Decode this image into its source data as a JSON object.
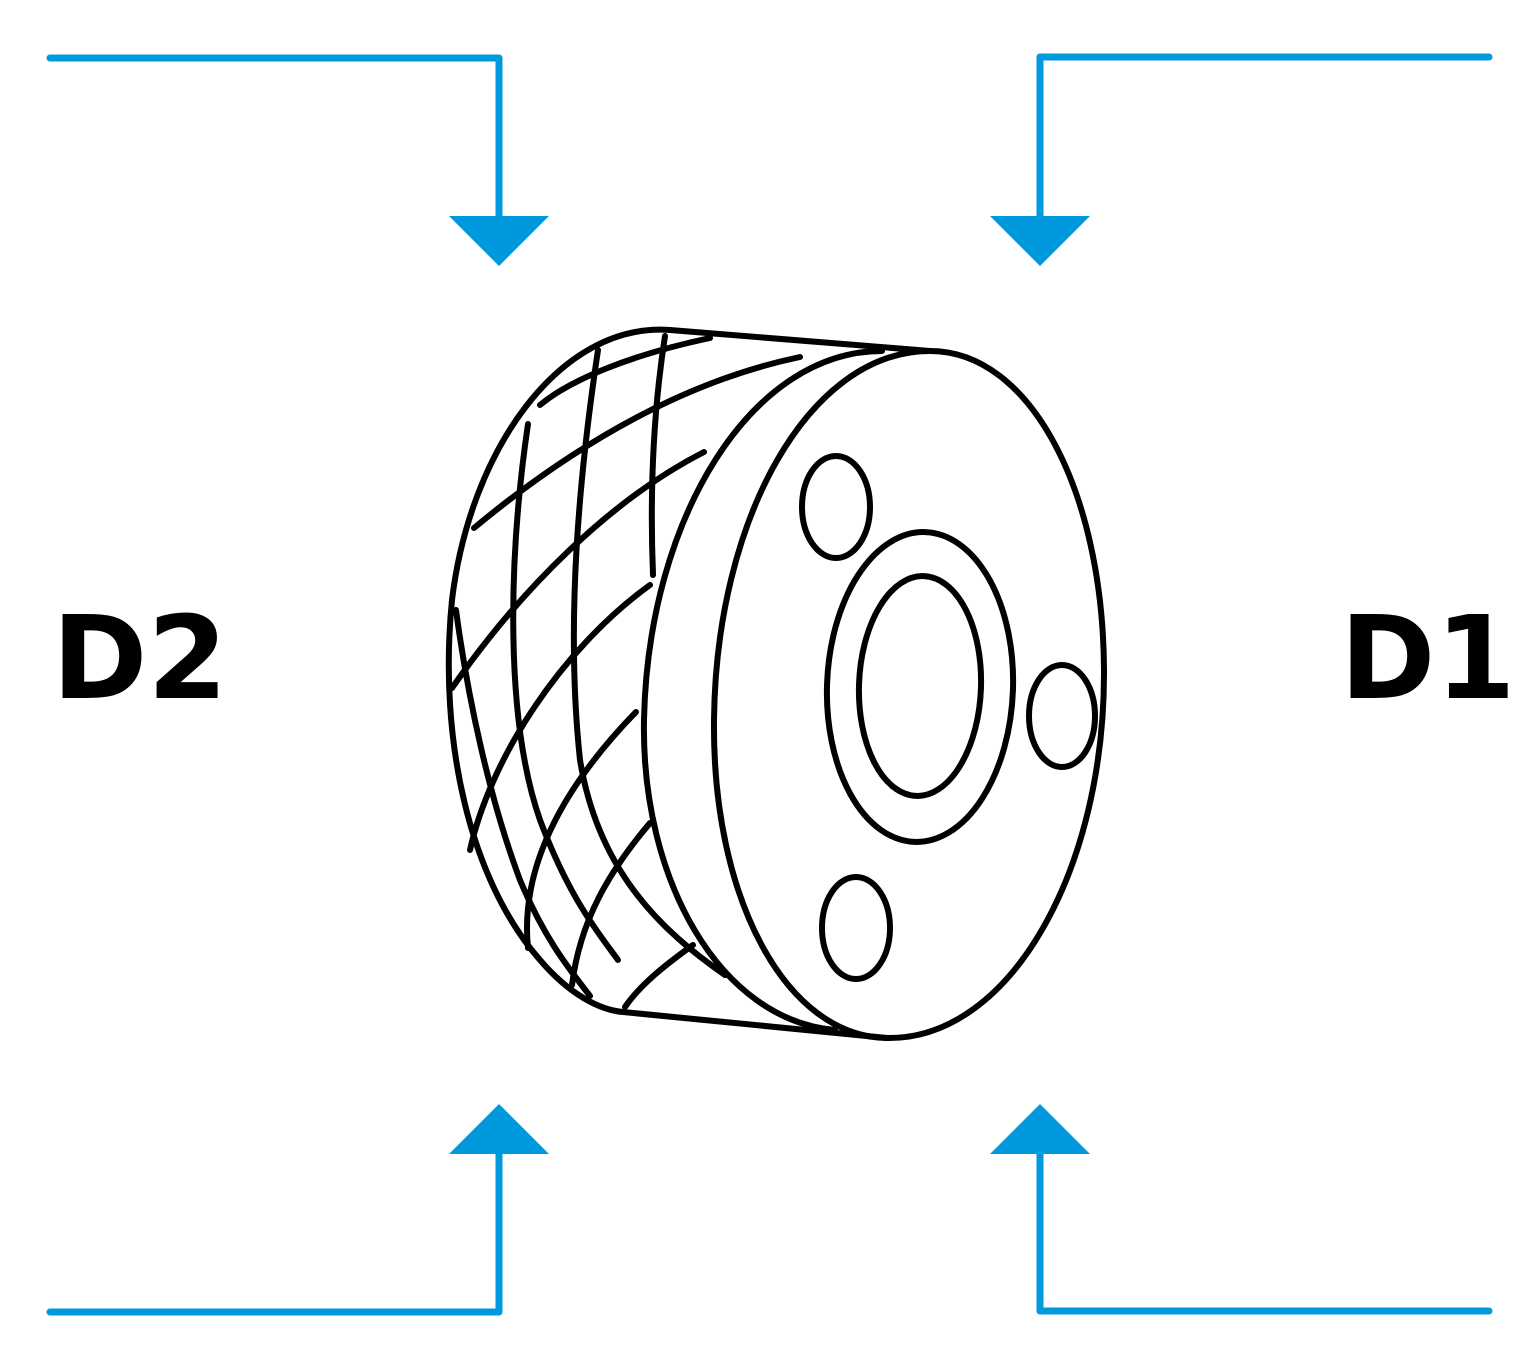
{
  "labels": {
    "left": "D2",
    "right": "D1"
  },
  "colors": {
    "arrow": "#0099dd",
    "outline": "#000000",
    "background": "#ffffff"
  },
  "part": {
    "kind": "knurled-cylinder-with-bolt-holes",
    "bolt_hole_count": 3
  }
}
